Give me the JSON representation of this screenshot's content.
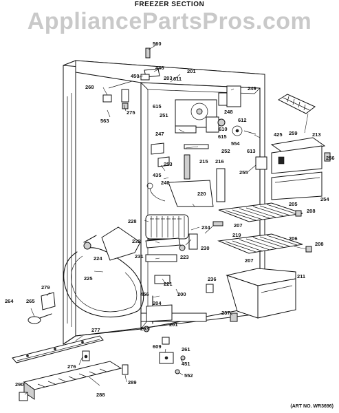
{
  "header": {
    "section_title": "FREEZER SECTION",
    "watermark": "AppliancePartsPros.com"
  },
  "footer": {
    "art_number": "(ART NO. WR3696)"
  },
  "parts": [
    {
      "label": "560"
    },
    {
      "label": "446"
    },
    {
      "label": "201"
    },
    {
      "label": "450"
    },
    {
      "label": "203"
    },
    {
      "label": "611"
    },
    {
      "label": "249"
    },
    {
      "label": "268"
    },
    {
      "label": "615"
    },
    {
      "label": "251"
    },
    {
      "label": "275"
    },
    {
      "label": "563"
    },
    {
      "label": "248"
    },
    {
      "label": "612"
    },
    {
      "label": "247"
    },
    {
      "label": "610"
    },
    {
      "label": "615"
    },
    {
      "label": "554"
    },
    {
      "label": "425"
    },
    {
      "label": "259"
    },
    {
      "label": "213"
    },
    {
      "label": "613"
    },
    {
      "label": "252"
    },
    {
      "label": "256"
    },
    {
      "label": "253"
    },
    {
      "label": "215"
    },
    {
      "label": "216"
    },
    {
      "label": "255"
    },
    {
      "label": "435"
    },
    {
      "label": "240"
    },
    {
      "label": "220"
    },
    {
      "label": "254"
    },
    {
      "label": "205"
    },
    {
      "label": "208"
    },
    {
      "label": "228"
    },
    {
      "label": "234"
    },
    {
      "label": "207"
    },
    {
      "label": "219"
    },
    {
      "label": "206"
    },
    {
      "label": "232"
    },
    {
      "label": "230"
    },
    {
      "label": "208"
    },
    {
      "label": "224"
    },
    {
      "label": "231"
    },
    {
      "label": "223"
    },
    {
      "label": "207"
    },
    {
      "label": "225"
    },
    {
      "label": "211"
    },
    {
      "label": "279"
    },
    {
      "label": "221"
    },
    {
      "label": "236"
    },
    {
      "label": "200"
    },
    {
      "label": "264"
    },
    {
      "label": "265"
    },
    {
      "label": "456"
    },
    {
      "label": "204"
    },
    {
      "label": "237"
    },
    {
      "label": "201"
    },
    {
      "label": "293"
    },
    {
      "label": "277"
    },
    {
      "label": "609"
    },
    {
      "label": "261"
    },
    {
      "label": "276"
    },
    {
      "label": "451"
    },
    {
      "label": "552"
    },
    {
      "label": "290"
    },
    {
      "label": "289"
    },
    {
      "label": "288"
    }
  ]
}
